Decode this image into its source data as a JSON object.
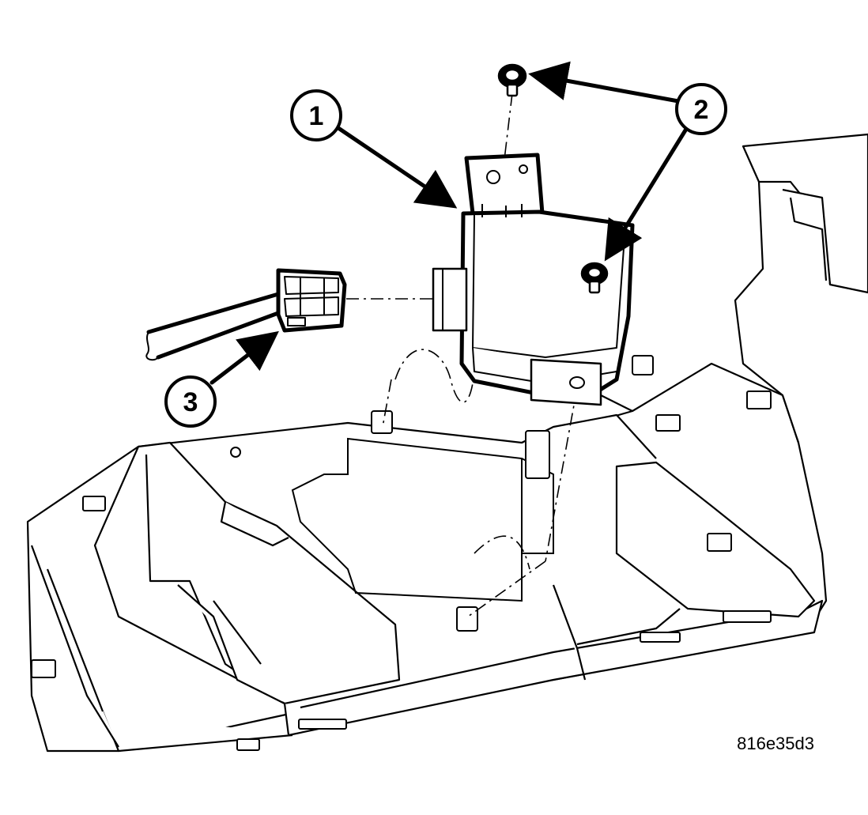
{
  "figure": {
    "id_label": "816e35d3"
  },
  "callouts": [
    {
      "number": "1"
    },
    {
      "number": "2"
    },
    {
      "number": "3"
    }
  ],
  "colors": {
    "line": "#000000",
    "fill": "#ffffff"
  }
}
